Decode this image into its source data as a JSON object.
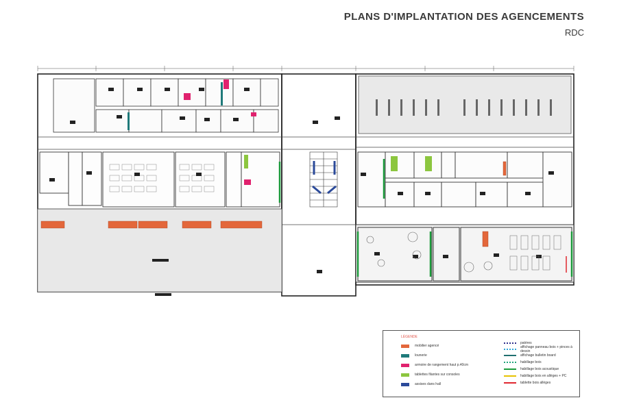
{
  "header": {
    "title": "PLANS D'IMPLANTATION DES AGENCEMENTS",
    "level": "RDC"
  },
  "legend": {
    "title": "LÉGENDE",
    "fill_items": [
      {
        "label": "mobilier agencé",
        "color": "#e3673b"
      },
      {
        "label": "lounerie",
        "color": "#1f7a7a"
      },
      {
        "label": "armoire de rangement haut p.40cm",
        "color": "#e0226e"
      },
      {
        "label": "tablettes filantes sur consoles",
        "color": "#8cc63f"
      },
      {
        "label": "assises dans hall",
        "color": "#2b4a9a"
      }
    ],
    "line_items": [
      {
        "label": "patères",
        "color": "#2b2b8a",
        "style": "dotted"
      },
      {
        "label": "affichage panneau bois + pinces à dessin",
        "color": "#2aa3d8",
        "style": "dotted"
      },
      {
        "label": "affichage bulletin board",
        "color": "#1f6f6f",
        "style": "solid"
      },
      {
        "label": "habillage bois",
        "color": "#1fa37a",
        "style": "dotted"
      },
      {
        "label": "habillage bois acoustique",
        "color": "#1a9a3a",
        "style": "solid"
      },
      {
        "label": "habillage bois en allèges + PC",
        "color": "#e6c200",
        "style": "solid"
      },
      {
        "label": "tablette bois allèges",
        "color": "#e0262e",
        "style": "solid"
      }
    ]
  }
}
